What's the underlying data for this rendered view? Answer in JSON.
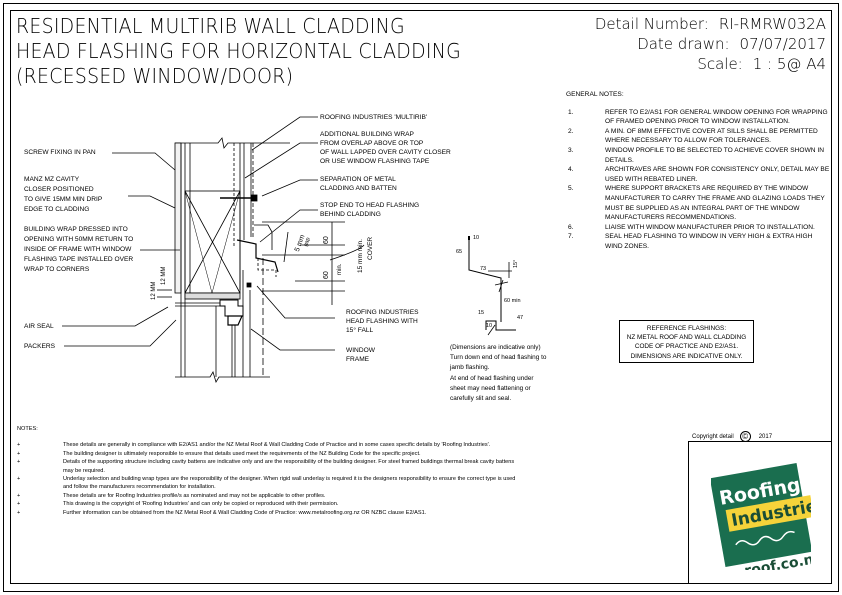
{
  "title": {
    "line1": "RESIDENTIAL MULTIRIB WALL CLADDING",
    "line2": "HEAD FLASHING FOR HORIZONTAL CLADDING",
    "line3": "(RECESSED WINDOW/DOOR)"
  },
  "meta": {
    "detail_label": "Detail Number:",
    "detail_value": "RI-RMRW032A",
    "date_label": "Date drawn:",
    "date_value": "07/07/2017",
    "scale_label": "Scale:",
    "scale_value": "1 : 5@ A4"
  },
  "general_notes": {
    "heading": "GENERAL NOTES:",
    "items": [
      {
        "num": "1.",
        "text": "REFER TO E2/AS1 FOR GENERAL WINDOW OPENING FOR WRAPPING OF FRAMED OPENING PRIOR TO WINDOW INSTALLATION."
      },
      {
        "num": "2.",
        "text": "A MIN. OF 8mm EFFECTIVE COVER AT SILLS SHALL BE PERMITTED WHERE NECESSARY TO ALLOW FOR TOLERANCES."
      },
      {
        "num": "3.",
        "text": "WINDOW PROFILE TO BE SELECTED TO ACHIEVE COVER SHOWN IN DETAILS."
      },
      {
        "num": "4.",
        "text": "ARCHITRAVES ARE SHOWN FOR CONSISTENCY ONLY, DETAIL MAY BE USED WITH REBATED LINER."
      },
      {
        "num": "5.",
        "text": "WHERE SUPPORT BRACKETS ARE REQUIRED BY THE WINDOW MANUFACTURER TO CARRY THE FRAME AND GLAZING LOADS THEY MUST BE SUPPLIED AS AN INTEGRAL PART OF THE WINDOW MANUFACTURERS RECOMMENDATIONS."
      },
      {
        "num": "6.",
        "text": "LIAISE WITH WINDOW MANUFACTURER PRIOR TO INSTALLATION."
      },
      {
        "num": "7.",
        "text": "SEAL HEAD FLASHING TO WINDOW IN VERY HIGH & EXTRA HIGH WIND ZONES."
      }
    ]
  },
  "reference_box": {
    "line1": "REFERENCE FLASHINGS:",
    "line2": "NZ METAL ROOF AND WALL CLADDING",
    "line3": "CODE OF PRACTICE AND E2/AS1.",
    "line4": "DIMENSIONS ARE INDICATIVE ONLY."
  },
  "drawing_labels": {
    "left": {
      "screw": "SCREW FIXING IN PAN",
      "closer1": "MANZ MZ CAVITY",
      "closer2": "CLOSER POSITIONED",
      "closer3": "TO GIVE 15mm MIN DRIP",
      "closer4": "EDGE TO CLADDING",
      "wrap1": "BUILDING WRAP DRESSED INTO",
      "wrap2": "OPENING WITH 50mm RETURN TO",
      "wrap3": "INSIDE OF FRAME WITH WINDOW",
      "wrap4": "FLASHING TAPE INSTALLED OVER",
      "wrap5": "WRAP TO CORNERS",
      "air_seal": "AIR SEAL",
      "packers": "PACKERS",
      "dim_12a": "12 mm",
      "dim_12b": "12 mm"
    },
    "right": {
      "multirib": "ROOFING INDUSTRIES 'MULTIRIB'",
      "add1": "ADDITIONAL BUILDING WRAP",
      "add2": "FROM OVERLAP ABOVE OR TOP",
      "add3": "OF WALL LAPPED OVER CAVITY CLOSER",
      "add4": "OR USE WINDOW FLASHING TAPE",
      "sep1": "SEPARATION OF METAL",
      "sep2": "CLADDING AND BATTEN",
      "stop1": "STOP END TO HEAD FLASHING",
      "stop2": "BEHIND CLADDING",
      "head1": "ROOFING INDUSTRIES",
      "head2": "HEAD FLASHING WITH",
      "head3": "15° FALL",
      "frame1": "WINDOW",
      "frame2": "FRAME",
      "gap_dim": "5 mm",
      "gap_word": "gap",
      "dim_60a": "60",
      "dim_60b": "60",
      "min": "min.",
      "cover1": "15 mm min.",
      "cover2": "COVER"
    }
  },
  "flashing_profile": {
    "d_top": "10",
    "d_up": "65",
    "d_slope": "73",
    "d_angle": "15°",
    "d_down": "60 min",
    "d_kick": "15",
    "d_drip": "10",
    "d_foot": "47"
  },
  "dimension_note": {
    "line1": "(Dimensions are indicative only)",
    "line2": "Turn down end of head flashing to",
    "line3": "jamb flashing.",
    "line4": "At end of head flashing under",
    "line5": "sheet may need flattening or",
    "line6": "carefully slit and seal."
  },
  "notes": {
    "heading": "NOTES:",
    "bullet": "+",
    "items": [
      "These details are generally in compliance with E2/AS1 and/or the NZ Metal Roof & Wall Cladding Code of Practice and in some cases specific details by 'Roofing Industries'.",
      "The building designer is ultimately responsible to ensure that details used meet the requirements of the NZ Building Code for the specific project.",
      "Details of the supporting structure including cavity battens are indicative only and are the responsibility of the building designer. For steel framed buildings thermal break cavity battens may be required.",
      "Underlay selection and building wrap types are the responsibility of the designer. When rigid wall underlay is required it is the designers responsibility to ensure the correct type is used and follow the manufacturers recommendation for installation.",
      "These details are for Roofing Industries profile/s as nominated and may not be applicable to other profiles.",
      "This drawing is the copyright of 'Roofing Industries' and can only be copied or reproduced with their permission.",
      "Further information can be obtained from the NZ Metal Roof & Wall Cladding Code of Practice: www.metalroofing.org.nz OR NZBC clause E2/AS1."
    ]
  },
  "copyright": {
    "label": "Copyright detail",
    "symbol": "©",
    "year": "2017"
  },
  "logo": {
    "word1": "Roofing",
    "word2": "Industries",
    "url": "roof.co.nz",
    "green": "#1a6e4f",
    "yellow": "#f5d33a"
  }
}
